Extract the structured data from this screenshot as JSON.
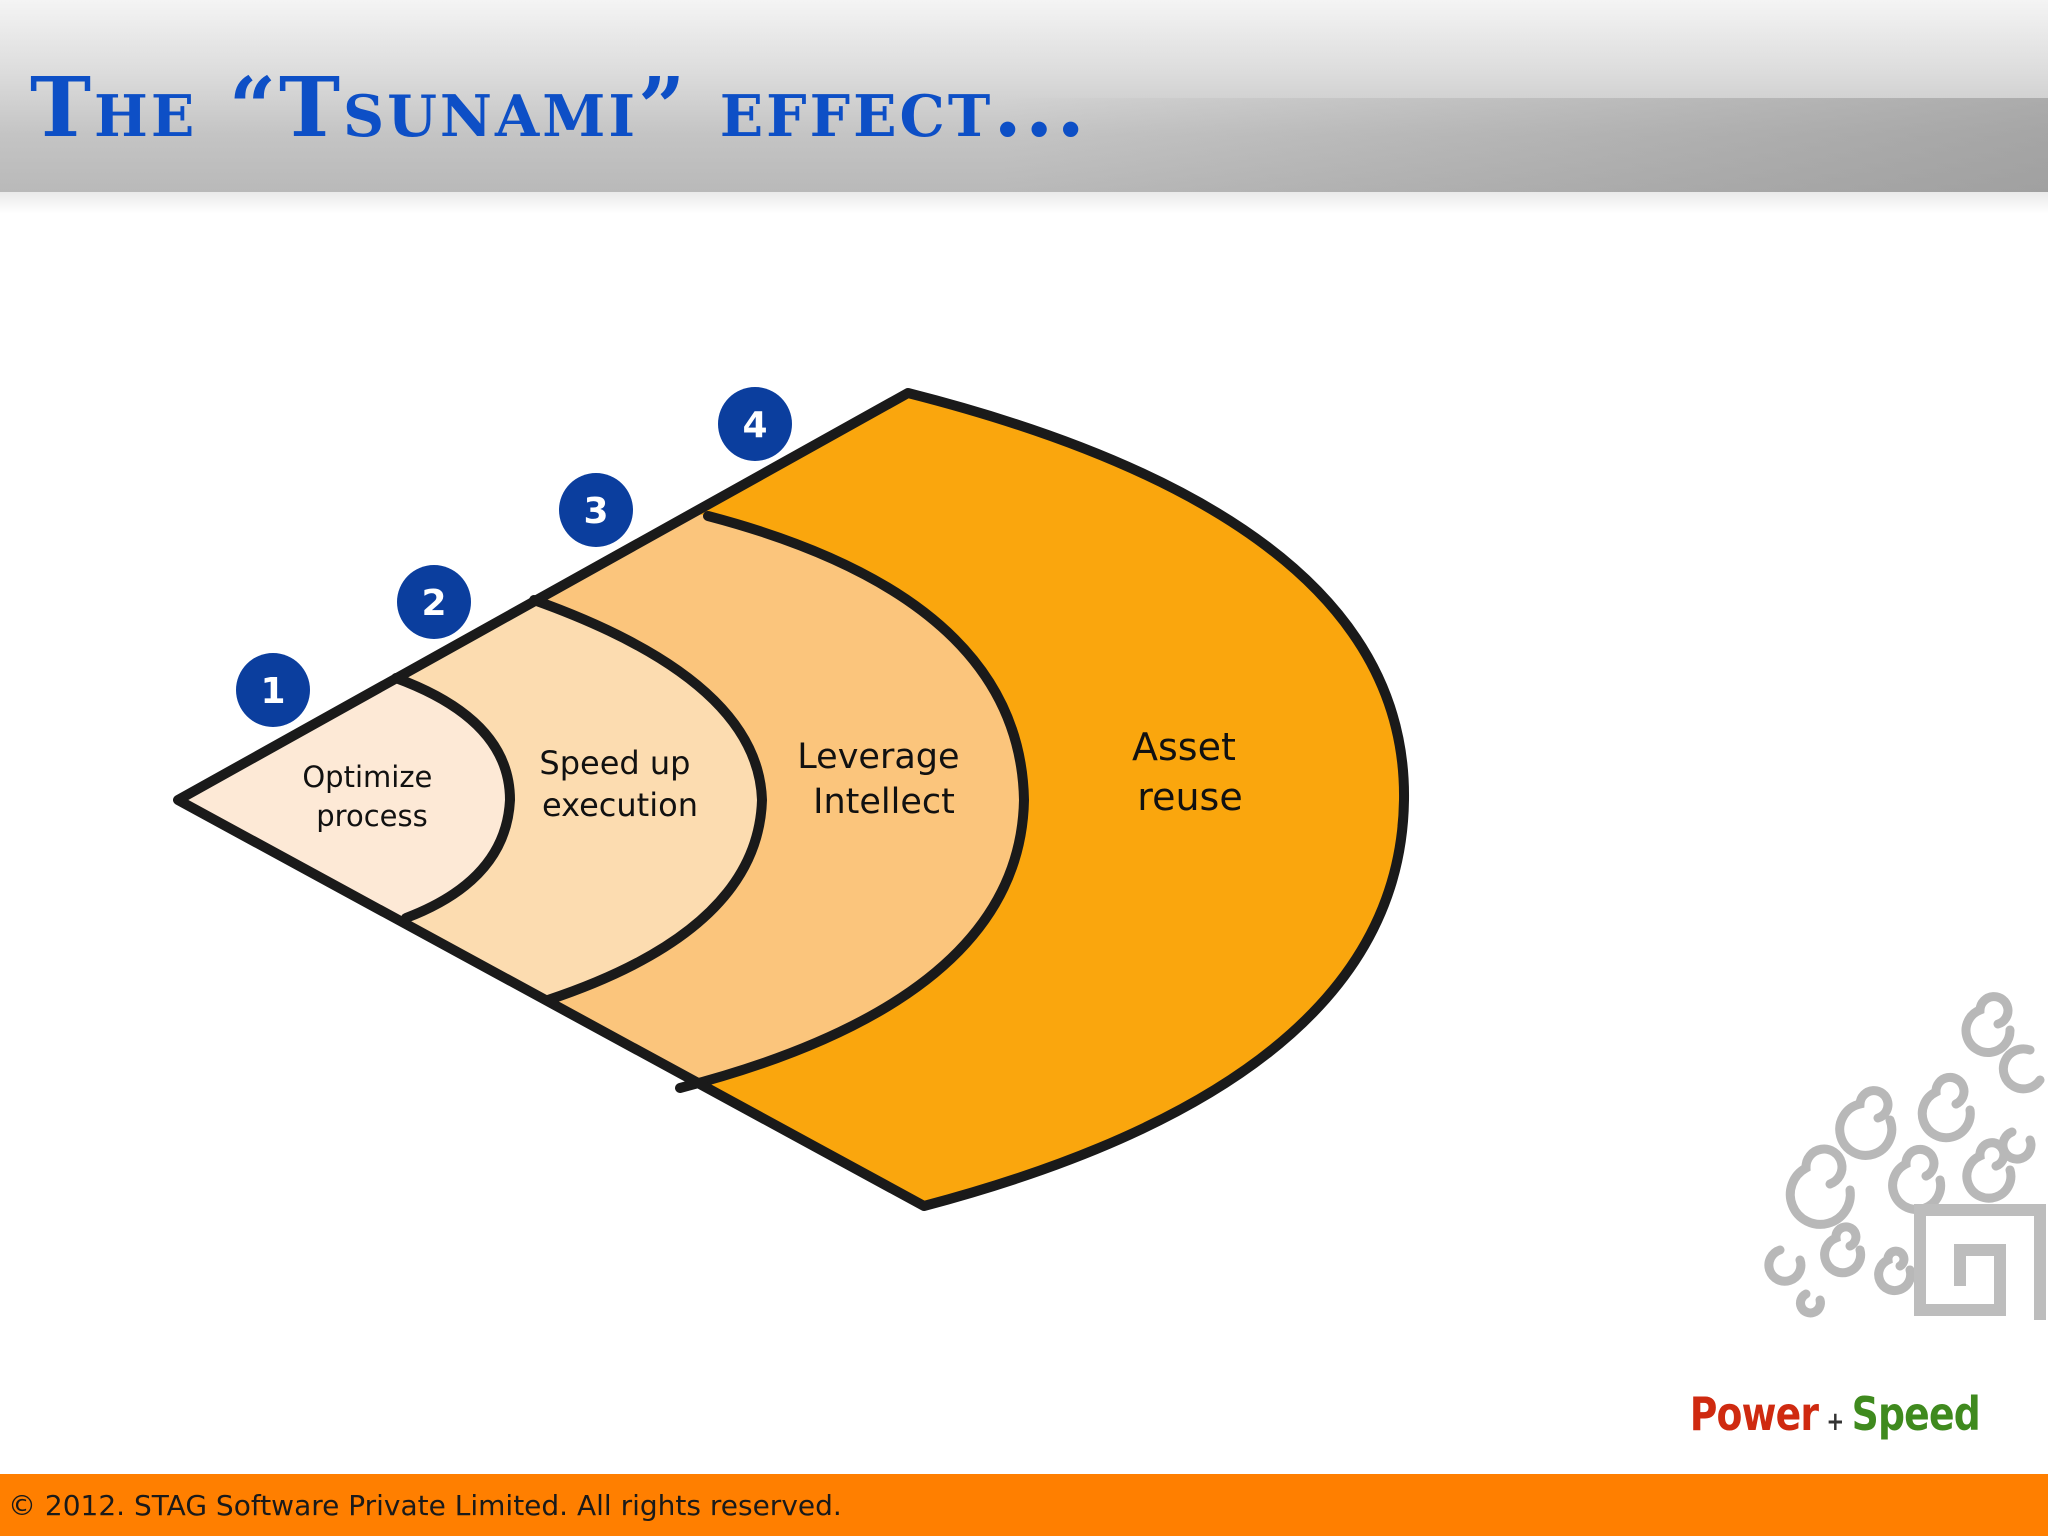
{
  "header": {
    "title": "The “Tsunami” effect..."
  },
  "diagram": {
    "stages": [
      {
        "number": "1",
        "lines": [
          "Optimize",
          "process"
        ],
        "fill": "#fde9d6"
      },
      {
        "number": "2",
        "lines": [
          "Speed up",
          "execution"
        ],
        "fill": "#fcdcb0"
      },
      {
        "number": "3",
        "lines": [
          "Leverage",
          "Intellect"
        ],
        "fill": "#fbc57c"
      },
      {
        "number": "4",
        "lines": [
          "Asset",
          "reuse"
        ],
        "fill": "#faa60d"
      }
    ],
    "badge_color": "#0b3e9e",
    "outline_color": "#1a1a1a"
  },
  "branding": {
    "power": "Power",
    "plus": "+",
    "speed": "Speed"
  },
  "footer": {
    "copyright": "© 2012. STAG Software Private Limited. All rights reserved."
  },
  "colors": {
    "title": "#0d4fc6",
    "footer_bar": "#ff7f00",
    "power": "#cf2a10",
    "speed": "#3f8a1e"
  }
}
